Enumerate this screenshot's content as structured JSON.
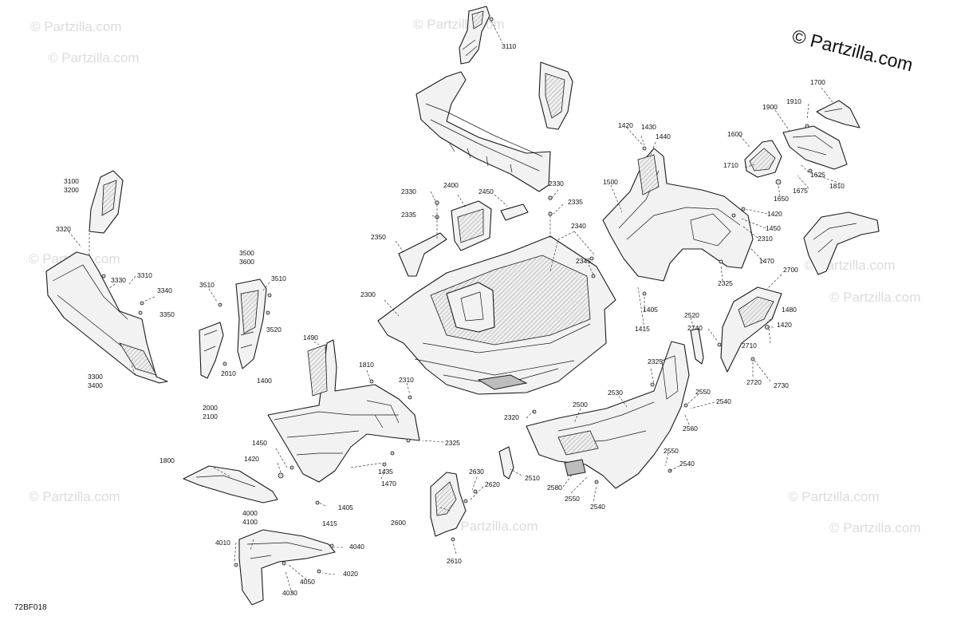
{
  "copyright_mark": "© Partzilla.com",
  "watermark": "© Partzilla.com",
  "diagram_code": "72BF018",
  "callouts": {
    "c3110": "3110",
    "c3100": "3100",
    "c3200": "3200",
    "c3320": "3320",
    "c3330": "3330",
    "c3310": "3310",
    "c3340": "3340",
    "c3350": "3350",
    "c3300": "3300",
    "c3400": "3400",
    "c3500": "3500",
    "c3600": "3600",
    "c3510a": "3510",
    "c3510b": "3510",
    "c3520": "3520",
    "c2010": "2010",
    "c2000": "2000",
    "c2100": "2100",
    "c1490": "1490",
    "c1400": "1400",
    "c1810": "1810",
    "c2310a": "2310",
    "c1450a": "1450",
    "c1420a": "1420",
    "c1800": "1800",
    "c1435": "1435",
    "c1470a": "1470",
    "c1405a": "1405",
    "c1415a": "1415",
    "c2325a": "2325",
    "c4000": "4000",
    "c4100": "4100",
    "c4010": "4010",
    "c4040": "4040",
    "c4050": "4050",
    "c4020": "4020",
    "c4030": "4030",
    "c2330a": "2330",
    "c2335a": "2335",
    "c2400": "2400",
    "c2450": "2450",
    "c2350": "2350",
    "c2330b": "2330",
    "c2335b": "2335",
    "c2340": "2340",
    "c2345": "2345",
    "c2300": "2300",
    "c2320": "2320",
    "c2600": "2600",
    "c2630": "2630",
    "c2620": "2620",
    "c2610": "2610",
    "c2510": "2510",
    "c2580": "2580",
    "c2550a": "2550",
    "c2540a": "2540",
    "c2500": "2500",
    "c2530": "2530",
    "c2325b": "2325",
    "c2550b": "2550",
    "c2540b": "2540",
    "c2560": "2560",
    "c2550c": "2550",
    "c2540c": "2540",
    "c2520": "2520",
    "c1420b": "1420",
    "c1430": "1430",
    "c1440": "1440",
    "c1500": "1500",
    "c1420c": "1420",
    "c1450b": "1450",
    "c2310b": "2310",
    "c1470b": "1470",
    "c2325c": "2325",
    "c1405b": "1405",
    "c1415b": "1415",
    "c1700": "1700",
    "c1910": "1910",
    "c1900": "1900",
    "c1600": "1600",
    "c1710": "1710",
    "c1625": "1625",
    "c1675": "1675",
    "c1650": "1650",
    "c1810b": "1810",
    "c2700": "2700",
    "c2740": "2740",
    "c1480": "1480",
    "c1420d": "1420",
    "c2710": "2710",
    "c2720": "2720",
    "c2730": "2730"
  }
}
